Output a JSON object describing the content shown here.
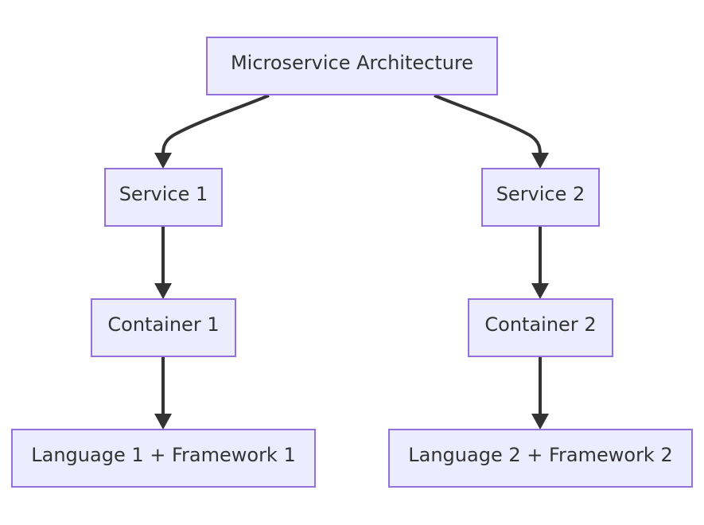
{
  "diagram": {
    "nodes": {
      "root": {
        "label": "Microservice Architecture"
      },
      "service1": {
        "label": "Service 1"
      },
      "service2": {
        "label": "Service 2"
      },
      "container1": {
        "label": "Container 1"
      },
      "container2": {
        "label": "Container 2"
      },
      "stack1": {
        "label": "Language 1 + Framework 1"
      },
      "stack2": {
        "label": "Language 2 + Framework 2"
      }
    },
    "edges": [
      {
        "from": "root",
        "to": "service1"
      },
      {
        "from": "root",
        "to": "service2"
      },
      {
        "from": "service1",
        "to": "container1"
      },
      {
        "from": "service2",
        "to": "container2"
      },
      {
        "from": "container1",
        "to": "stack1"
      },
      {
        "from": "container2",
        "to": "stack2"
      }
    ],
    "colors": {
      "node_fill": "#ECECFF",
      "node_border": "#9370DB",
      "edge": "#333333",
      "text": "#333333"
    }
  }
}
